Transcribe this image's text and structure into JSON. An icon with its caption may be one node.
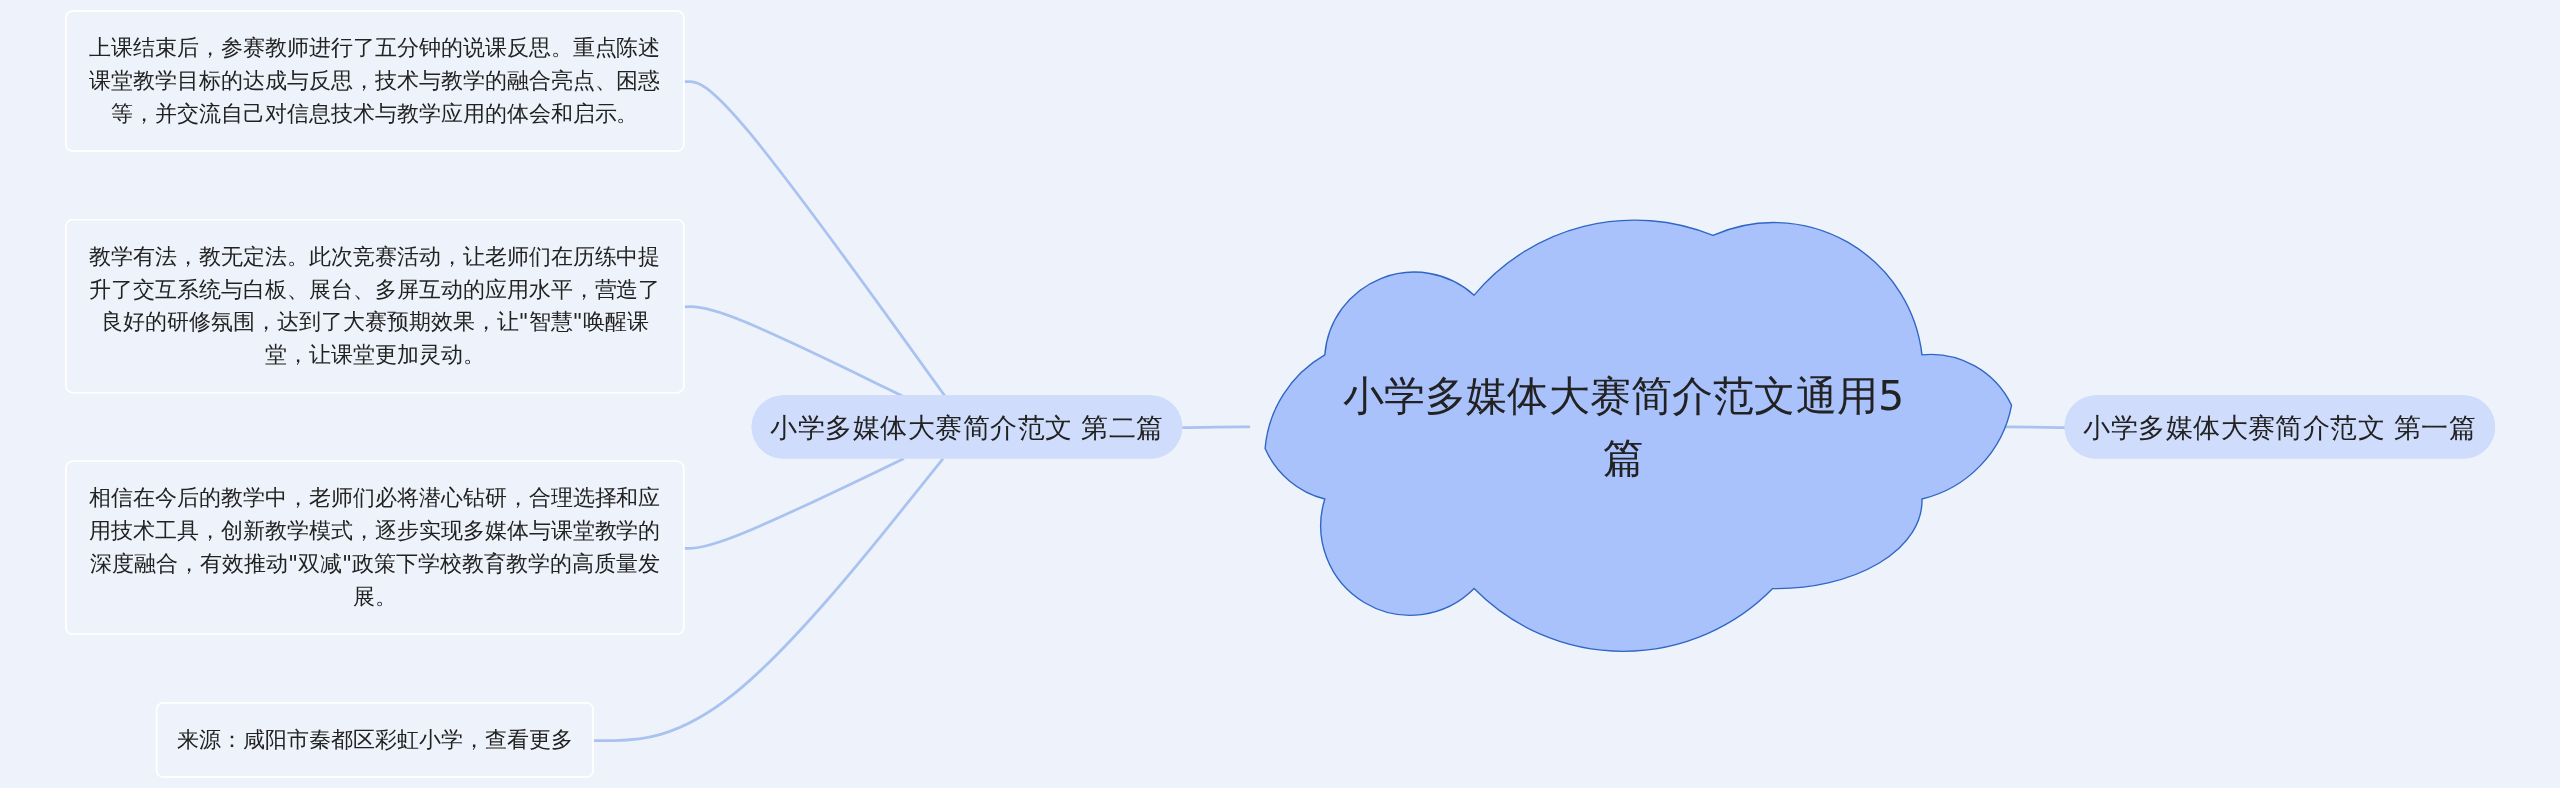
{
  "diagram": {
    "nodes": [
      {
        "text": [
          "小学多媒体大赛简介范文通用5篇"
        ]
      },
      {
        "text": [
          "小学多媒体大赛简介范文 第一篇"
        ]
      },
      {
        "text": [
          "小学多媒体大赛简介范文 第二篇"
        ]
      },
      {
        "text": [
          "上课结束后，参赛教师进行了五分钟的说课反思。重点陈述课堂教学目标的达成与反思，技术与教学的融合亮点、困惑等，并交流自己对信息技术与教学应用的体会和启示。"
        ]
      },
      {
        "text": [
          "教学有法，教无定法。此次竞赛活动，让老师们在历练中提升了交互系统与白板、展台、多屏互动的应用水平，营造了良好的研修氛围，达到了大赛预期效果，让\"智慧\"唤醒课堂，让课堂更加灵动。"
        ]
      },
      {
        "text": [
          "相信在今后的教学中，老师们必将潜心钻研，合理选择和应用技术工具，创新教学模式，逐步实现多媒体与课堂教学的深度融合，有效推动\"双减\"政策下学校教育教学的高质量发展。"
        ]
      },
      {
        "text": [
          "来源：咸阳市秦都区彩虹小学，查看更多"
        ]
      }
    ],
    "edges": [
      {
        "from": 0,
        "to": 1,
        "arrow": "none"
      },
      {
        "from": 0,
        "to": 2,
        "arrow": "none"
      },
      {
        "from": 2,
        "to": 3,
        "arrow": "none"
      },
      {
        "from": 2,
        "to": 4,
        "arrow": "none"
      },
      {
        "from": 2,
        "to": 5,
        "arrow": "none"
      },
      {
        "from": 2,
        "to": 6,
        "arrow": "none"
      }
    ]
  }
}
